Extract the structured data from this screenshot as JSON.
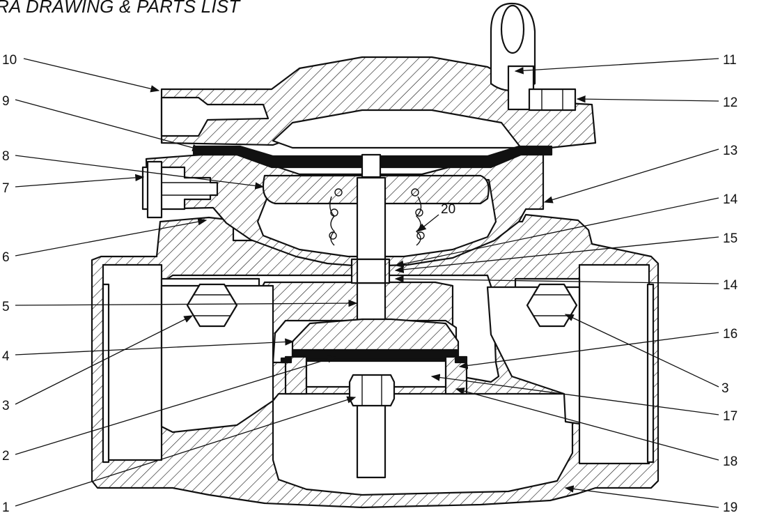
{
  "header": {
    "title": "RA DRAWING & PARTS LIST"
  },
  "callouts": {
    "c1": "1",
    "c2": "2",
    "c3a": "3",
    "c3b": "3",
    "c4": "4",
    "c5": "5",
    "c6": "6",
    "c7": "7",
    "c8": "8",
    "c9": "9",
    "c10": "10",
    "c11": "11",
    "c12": "12",
    "c13": "13",
    "c14a": "14",
    "c14b": "14",
    "c15": "15",
    "c16": "16",
    "c17": "17",
    "c18": "18",
    "c19": "19",
    "c20": "20"
  }
}
